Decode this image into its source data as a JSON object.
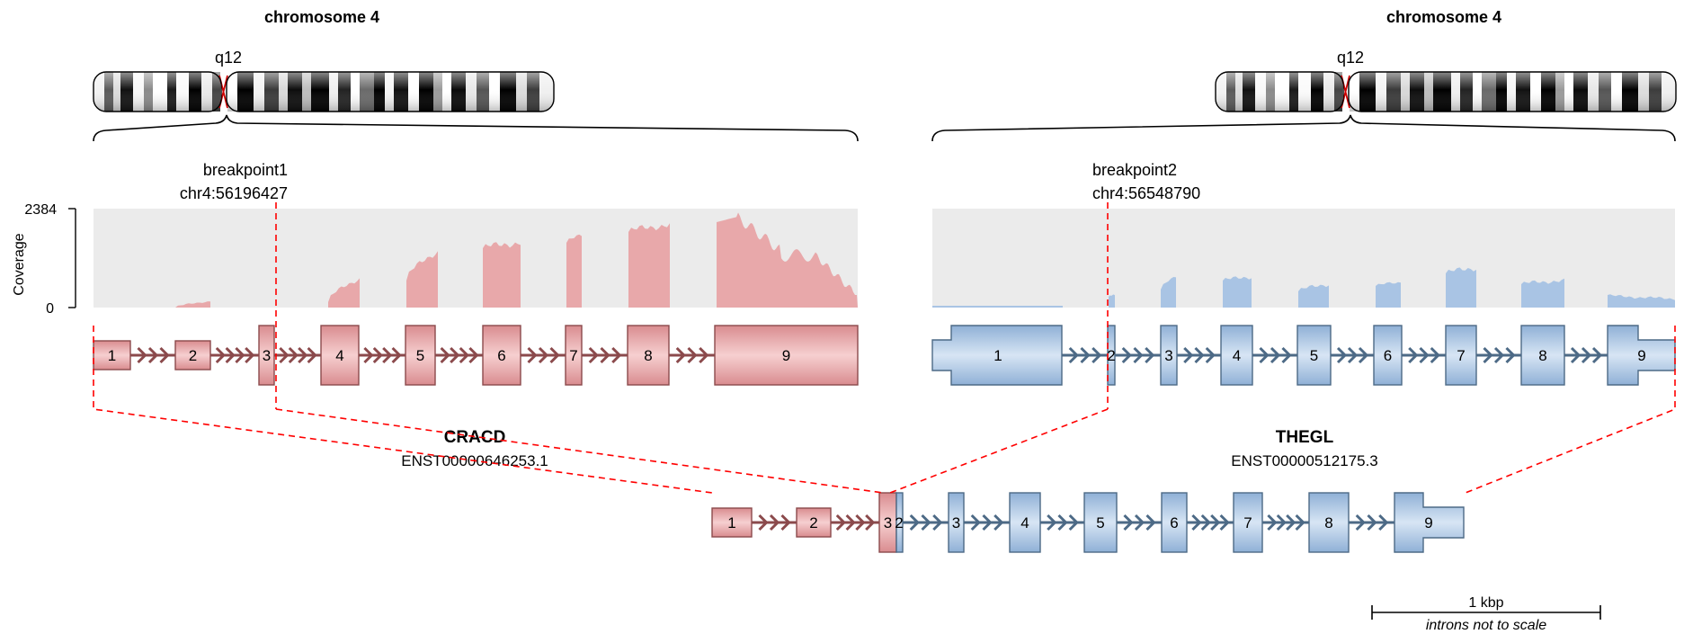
{
  "colors": {
    "gene1_fill": "#e8a8aa",
    "gene1_dark": "#8b4a4c",
    "gene2_fill": "#a9c4e4",
    "gene2_dark": "#4d6a86",
    "coverage_bg": "#ebebeb",
    "breakpoint": "#ff0000"
  },
  "left": {
    "chromosome_title": "chromosome 4",
    "band_label": "q12",
    "breakpoint_label": "breakpoint1",
    "breakpoint_position": "chr4:56196427",
    "gene_name": "CRACD",
    "transcript": "ENST00000646253.1",
    "exon_labels": [
      "1",
      "2",
      "3",
      "4",
      "5",
      "6",
      "7",
      "8",
      "9"
    ]
  },
  "right": {
    "chromosome_title": "chromosome 4",
    "band_label": "q12",
    "breakpoint_label": "breakpoint2",
    "breakpoint_position": "chr4:56548790",
    "gene_name": "THEGL",
    "transcript": "ENST00000512175.3",
    "exon_labels": [
      "1",
      "2",
      "3",
      "4",
      "5",
      "6",
      "7",
      "8",
      "9"
    ]
  },
  "coverage_axis": {
    "label": "Coverage",
    "max": "2384",
    "min": "0"
  },
  "fusion": {
    "gene1_exons": [
      "1",
      "2",
      "3"
    ],
    "gene2_exons": [
      "2",
      "3",
      "4",
      "5",
      "6",
      "7",
      "8",
      "9"
    ]
  },
  "scale_bar": {
    "label": "1 kbp",
    "note": "introns not to scale"
  }
}
